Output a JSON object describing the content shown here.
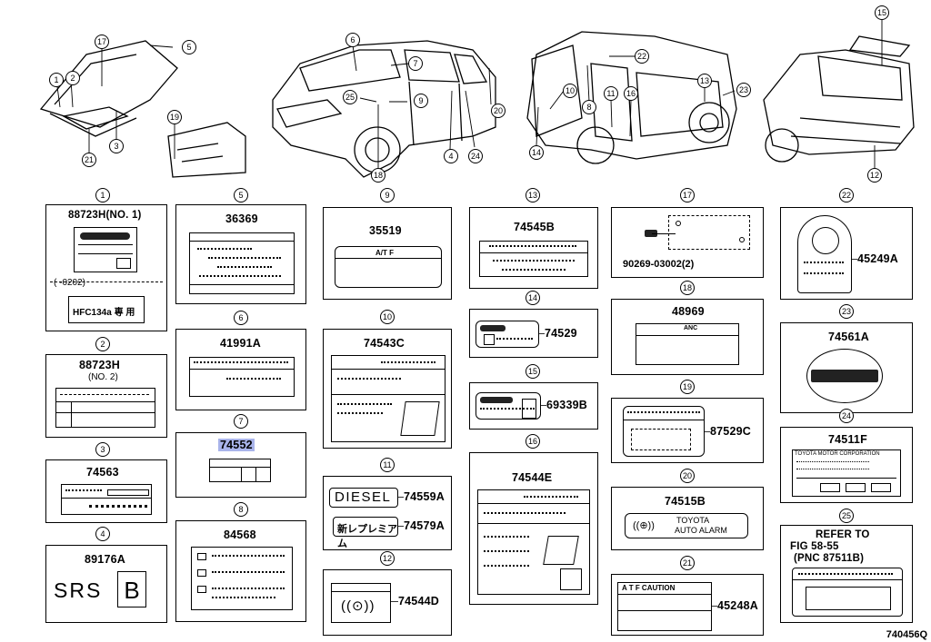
{
  "diagram_id": "740456Q",
  "callouts_top": [
    "1",
    "2",
    "3",
    "5",
    "6",
    "7",
    "8",
    "9",
    "10",
    "11",
    "12",
    "13",
    "14",
    "15",
    "16",
    "17",
    "18",
    "19",
    "20",
    "21",
    "22",
    "23",
    "24",
    "25"
  ],
  "panels": {
    "p1": {
      "num": "1",
      "part": "88723H(NO. 1)",
      "sub": "(     -0202)",
      "label_text": "HFC134a 専 用"
    },
    "p2": {
      "num": "2",
      "part": "88723H",
      "sub": "(NO. 2)"
    },
    "p3": {
      "num": "3",
      "part": "74563"
    },
    "p4": {
      "num": "4",
      "part": "89176A",
      "label_text": "SRS",
      "label_box": "B"
    },
    "p5": {
      "num": "5",
      "part": "36369"
    },
    "p6": {
      "num": "6",
      "part": "41991A"
    },
    "p7": {
      "num": "7",
      "part": "74552"
    },
    "p8": {
      "num": "8",
      "part": "84568"
    },
    "p9": {
      "num": "9",
      "part": "35519",
      "label_text": "A/T F"
    },
    "p10": {
      "num": "10",
      "part": "74543C"
    },
    "p11": {
      "num": "11",
      "part_a": "74559A",
      "label_a": "DIESEL",
      "part_b": "74579A",
      "label_b": "新レプレミアム"
    },
    "p12": {
      "num": "12",
      "part": "74544D"
    },
    "p13": {
      "num": "13",
      "part": "74545B"
    },
    "p14": {
      "num": "14",
      "part": "74529"
    },
    "p15": {
      "num": "15",
      "part": "69339B"
    },
    "p16": {
      "num": "16",
      "part": "74544E"
    },
    "p17": {
      "num": "17",
      "part": "90269-03002(2)"
    },
    "p18": {
      "num": "18",
      "part": "48969",
      "label_text": "ANC"
    },
    "p19": {
      "num": "19",
      "part": "87529C"
    },
    "p20": {
      "num": "20",
      "part": "74515B",
      "label_text_1": "TOYOTA",
      "label_text_2": "AUTO ALARM"
    },
    "p21": {
      "num": "21",
      "part": "45248A",
      "label_text": "A T F  CAUTION"
    },
    "p22": {
      "num": "22",
      "part": "45249A"
    },
    "p23": {
      "num": "23",
      "part": "74561A"
    },
    "p24": {
      "num": "24",
      "part": "74511F",
      "label_text": "TOYOTA MOTOR CORPORATION"
    },
    "p25": {
      "num": "25",
      "line1": "REFER TO",
      "line2": "FIG 58-55",
      "line3": "(PNC 87511B)"
    }
  }
}
